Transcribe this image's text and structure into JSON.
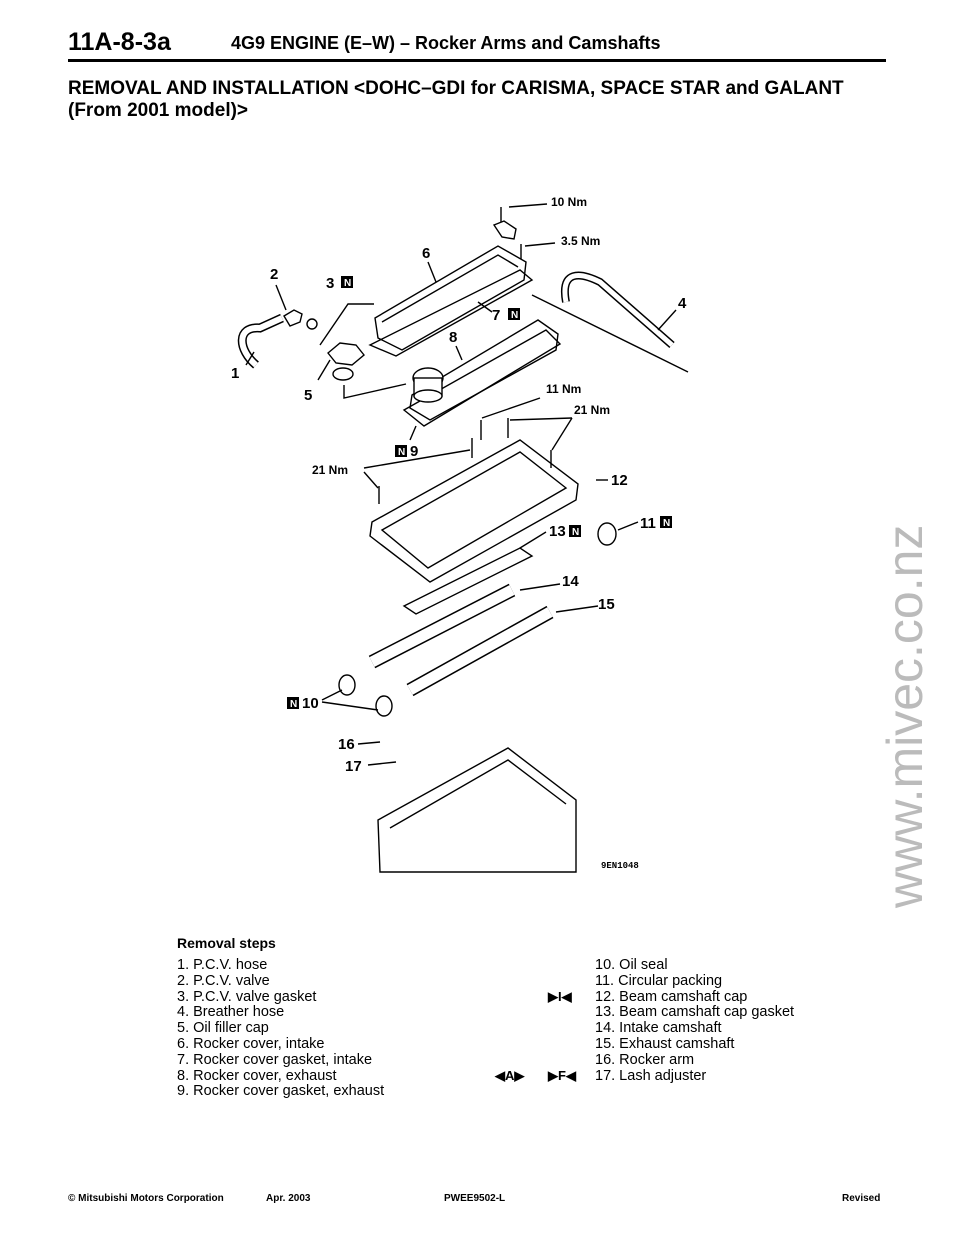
{
  "header": {
    "page_code": "11A-8-3a",
    "page_heading": "4G9 ENGINE (E–W) – Rocker Arms and Camshafts"
  },
  "section_title": "REMOVAL AND INSTALLATION <DOHC–GDI for CARISMA, SPACE STAR and GALANT (From 2001 model)>",
  "diagram": {
    "figure_code": "9EN1048",
    "callouts": [
      "1",
      "2",
      "3",
      "4",
      "5",
      "6",
      "7",
      "8",
      "9",
      "10",
      "11",
      "12",
      "13",
      "14",
      "15",
      "16",
      "17"
    ],
    "torques": [
      "10 Nm",
      "3.5 Nm",
      "11 Nm",
      "21 Nm",
      "21 Nm"
    ],
    "new_part_marker": "N"
  },
  "watermark": "www.mivec.co.nz",
  "removal_steps": {
    "heading": "Removal steps",
    "left": [
      "1. P.C.V. hose",
      "2. P.C.V. valve",
      "3. P.C.V. valve gasket",
      "4. Breather hose",
      "5. Oil filler cap",
      "6. Rocker cover, intake",
      "7. Rocker cover gasket, intake",
      "8. Rocker cover, exhaust",
      "9. Rocker cover gasket, exhaust"
    ],
    "right": [
      "10. Oil seal",
      "11. Circular packing",
      "12. Beam camshaft cap",
      "13. Beam camshaft cap gasket",
      "14. Intake camshaft",
      "15. Exhaust camshaft",
      "16. Rocker arm",
      "17. Lash adjuster"
    ],
    "service_marks": {
      "step12": "▶I◀",
      "step17_a": "◀A▶",
      "step17_f": "▶F◀"
    }
  },
  "footer": {
    "copyright": "© Mitsubishi Motors Corporation",
    "date": "Apr. 2003",
    "code": "PWEE9502-L",
    "status": "Revised"
  }
}
